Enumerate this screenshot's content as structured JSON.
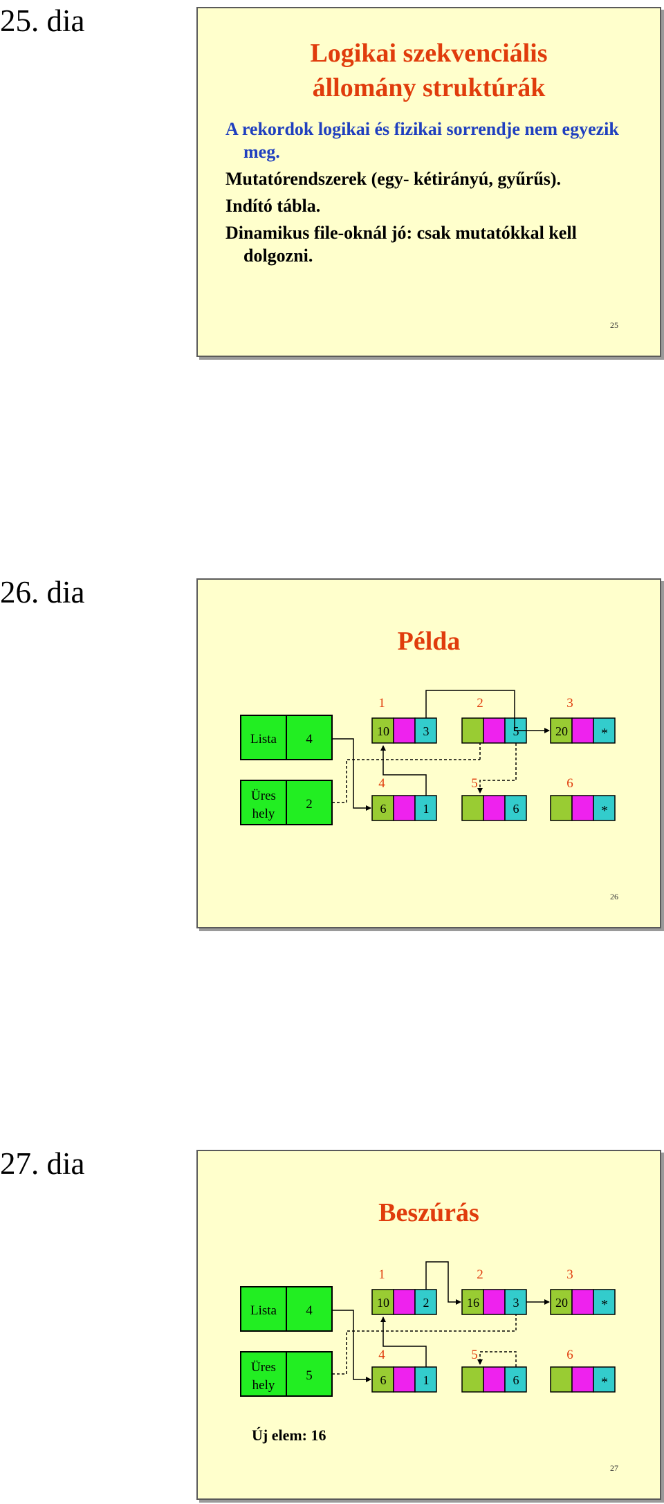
{
  "slides": [
    {
      "label": "25. dia",
      "title": "Logikai szekvenciális állomány struktúrák",
      "bullets": [
        "A rekordok logikai és fizikai sorrendje nem egyezik meg.",
        "Mutatórendszerek (egy- kétirányú, gyűrűs).",
        "Indító tábla.",
        "Dinamikus file-oknál jó: csak mutatókkal kell dolgozni."
      ],
      "page": "25"
    },
    {
      "label": "26. dia",
      "title": "Példa",
      "lista_label": "Lista",
      "lista_value": "4",
      "ures_label": "Üres hely",
      "ures_value": "2",
      "records": [
        {
          "num": "1",
          "data": "10",
          "ptr": "3"
        },
        {
          "num": "2",
          "data": "",
          "ptr": "5"
        },
        {
          "num": "3",
          "data": "20",
          "ptr": "*"
        },
        {
          "num": "4",
          "data": "6",
          "ptr": "1"
        },
        {
          "num": "5",
          "data": "",
          "ptr": "6"
        },
        {
          "num": "6",
          "data": "",
          "ptr": "*"
        }
      ],
      "page": "26"
    },
    {
      "label": "27. dia",
      "title": "Beszúrás",
      "lista_label": "Lista",
      "lista_value": "4",
      "ures_label": "Üres hely",
      "ures_value": "5",
      "records": [
        {
          "num": "1",
          "data": "10",
          "ptr": "2"
        },
        {
          "num": "2",
          "data": "16",
          "ptr": "3"
        },
        {
          "num": "3",
          "data": "20",
          "ptr": "*"
        },
        {
          "num": "4",
          "data": "6",
          "ptr": "1"
        },
        {
          "num": "5",
          "data": "",
          "ptr": "6"
        },
        {
          "num": "6",
          "data": "",
          "ptr": "*"
        }
      ],
      "new_element": "Új elem: 16",
      "page": "27"
    }
  ],
  "colors": {
    "slide_bg": "#ffffcc",
    "title": "#e03c0c",
    "blue_text": "#1f3fbf",
    "green": "#22ee22",
    "olive": "#99cc33",
    "magenta": "#ee22ee",
    "cyan": "#33cccc"
  }
}
